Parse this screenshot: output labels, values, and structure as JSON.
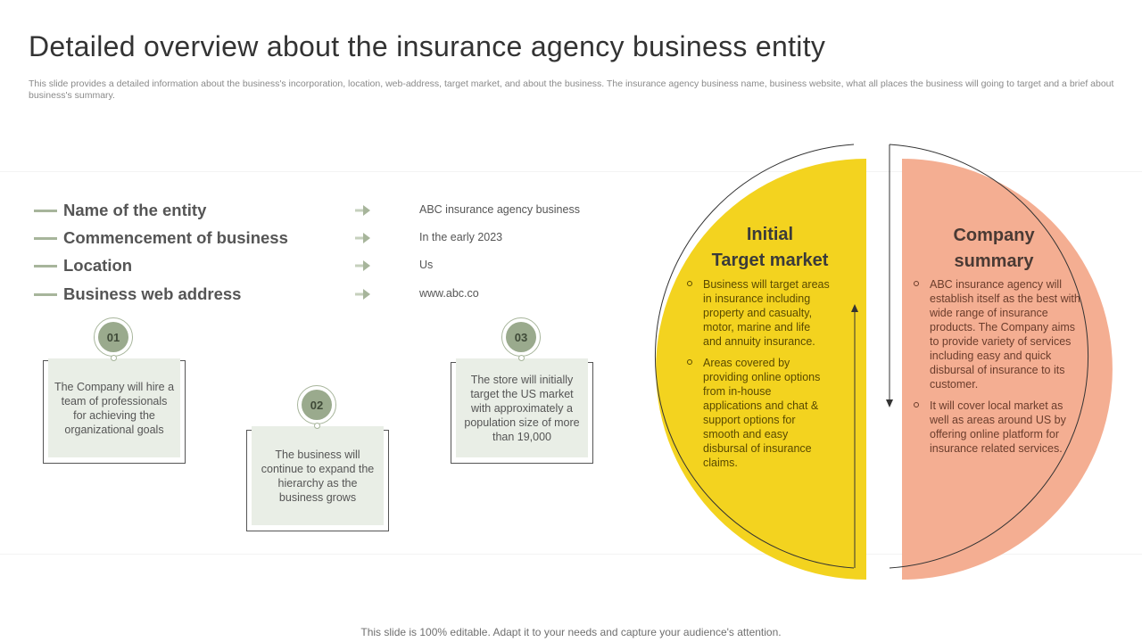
{
  "title": "Detailed overview about the insurance agency business entity",
  "subtitle": "This slide provides a detailed information about the business's incorporation, location, web-address, target market, and about the business. The insurance agency business name, business website, what all places the business will going to target and a brief about business's summary.",
  "details": [
    {
      "label": "Name of the entity",
      "value": "ABC insurance agency business"
    },
    {
      "label": "Commencement of business",
      "value": "In the early 2023"
    },
    {
      "label": "Location",
      "value": "Us"
    },
    {
      "label": "Business web address",
      "value": "www.abc.co"
    }
  ],
  "steps": [
    {
      "number": "01",
      "text": "The Company will hire a team of professionals for achieving the organizational goals"
    },
    {
      "number": "02",
      "text": "The business will continue to expand the hierarchy as the business grows"
    },
    {
      "number": "03",
      "text": "The store will initially target the US market with approximately a population size of more than 19,000"
    }
  ],
  "target_market": {
    "title_line1": "Initial",
    "title_line2": "Target market",
    "bullets": [
      "Business will target areas in insurance including property and casualty, motor, marine and life and annuity insurance.",
      "Areas covered by providing online options from in-house applications and chat & support options for smooth and easy disbursal of insurance claims."
    ],
    "fill_color": "#f3d31f"
  },
  "company_summary": {
    "title_line1": "Company",
    "title_line2": "summary",
    "bullets": [
      "ABC insurance agency will establish itself as the best with wide range of insurance products. The Company aims to provide variety of services including easy and quick disbursal of insurance to its customer.",
      "It will cover local market as well as areas around US by offering online platform for insurance related services."
    ],
    "fill_color": "#f4ae92"
  },
  "accent_color": "#9aaa8d",
  "footer": "This slide is 100% editable. Adapt it to your needs and capture your audience's attention."
}
